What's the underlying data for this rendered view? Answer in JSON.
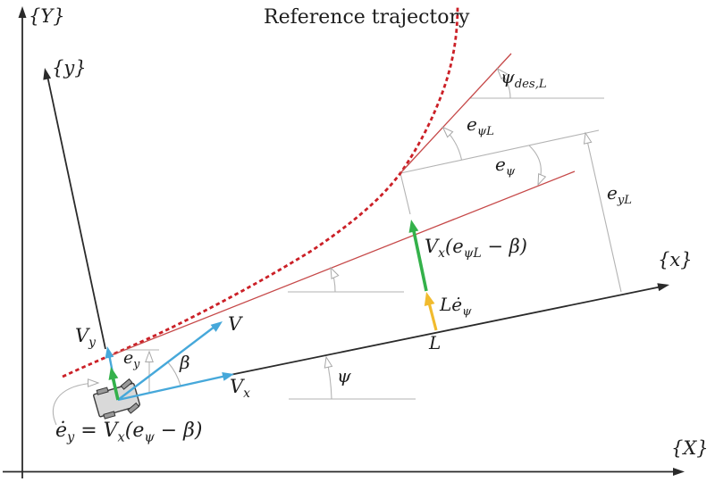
{
  "figure": {
    "title": "Reference trajectory",
    "description_labels": {
      "reference_trajectory": "Reference trajectory",
      "frame_Y": "{Y}",
      "frame_y": "{y}",
      "frame_x": "{x}",
      "frame_X": "{X}",
      "psi_des_L": "ψ<sub>des,L</sub>",
      "e_psi_L": "e<sub>ψL</sub>",
      "e_psi": "e<sub>ψ</sub>",
      "e_y_L": "e<sub>yL</sub>",
      "V": "V",
      "V_x": "V<sub>x</sub>",
      "V_y": "V<sub>y</sub>",
      "e_y": "e<sub>y</sub>",
      "beta": "β",
      "psi": "ψ",
      "L": "L",
      "L_e_dot_psi": "Lė<sub>ψ</sub>",
      "Vx_epsiL_minus_beta": "V<sub>x</sub>(e<sub>ψL</sub> − β)",
      "e_y_dot_equation": "ė<sub>y</sub> = V<sub>x</sub>(e<sub>ψ</sub> − β)"
    },
    "colors": {
      "trajectory_red": "#cb2027",
      "tangent_red": "#c64949",
      "velocity_blue": "#46a8da",
      "error_green": "#34b14a",
      "lever_yellow": "#f1bb2e",
      "construction_gray": "#b3b3b3",
      "axis_black": "#2a2a2a",
      "vehicle_fill": "#d9d9d9",
      "vehicle_wheel": "#9a9a9a"
    }
  }
}
